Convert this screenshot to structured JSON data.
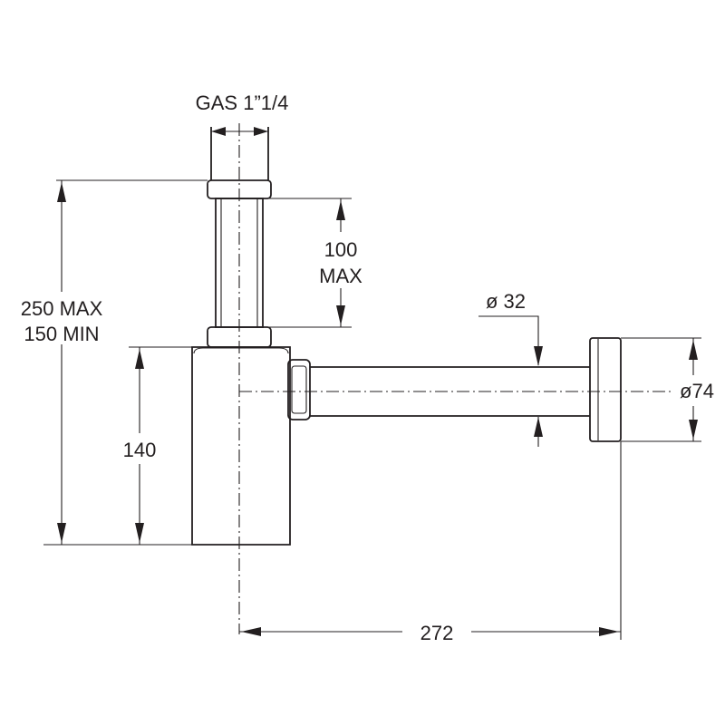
{
  "labels": {
    "thread": "GAS 1”1/4",
    "extension": "100",
    "extension_max": "MAX",
    "height_max": "250 MAX",
    "height_min": "150 MIN",
    "body_height": "140",
    "pipe_diameter": "ø 32",
    "flange_diameter": "ø74",
    "wall_distance": "272"
  },
  "colors": {
    "line": "#231f20",
    "background": "#ffffff"
  }
}
